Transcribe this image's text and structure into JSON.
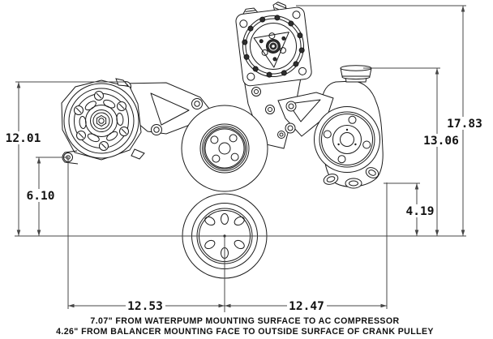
{
  "drawing": {
    "kind": "engine-accessory-drive-dimension-drawing",
    "components": [
      "ac-compressor",
      "alternator",
      "alternator-bracket",
      "compressor-bracket",
      "power-steering-pump",
      "power-steering-bracket",
      "water-pump-pulley",
      "crank-pulley"
    ],
    "colors": {
      "line": "#1a1a1a",
      "dimension": "#474747",
      "text": "#111111",
      "background": "#ffffff"
    }
  },
  "dimensions": {
    "d12_01": "12.01",
    "d6_10": "6.10",
    "d17_83": "17.83",
    "d13_06": "13.06",
    "d4_19": "4.19",
    "d12_53": "12.53",
    "d12_47": "12.47"
  },
  "notes": {
    "line1": "7.07\" FROM WATERPUMP MOUNTING SURFACE TO AC COMPRESSOR",
    "line2": "4.26\" FROM BALANCER MOUNTING FACE TO OUTSIDE SURFACE OF CRANK PULLEY"
  }
}
